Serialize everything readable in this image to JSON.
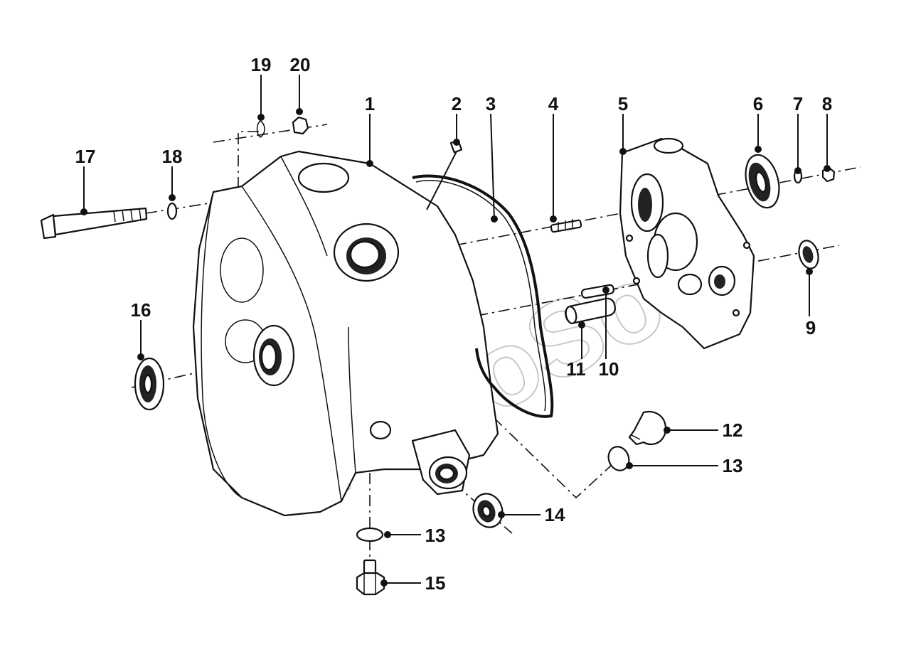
{
  "watermark": "AutoSoft",
  "callouts": {
    "c1": "1",
    "c2": "2",
    "c3": "3",
    "c4": "4",
    "c5": "5",
    "c6": "6",
    "c7": "7",
    "c8": "8",
    "c9": "9",
    "c10": "10",
    "c11": "11",
    "c12": "12",
    "c13a": "13",
    "c13b": "13",
    "c14": "14",
    "c15": "15",
    "c16": "16",
    "c17": "17",
    "c18": "18",
    "c19": "19",
    "c20": "20"
  }
}
